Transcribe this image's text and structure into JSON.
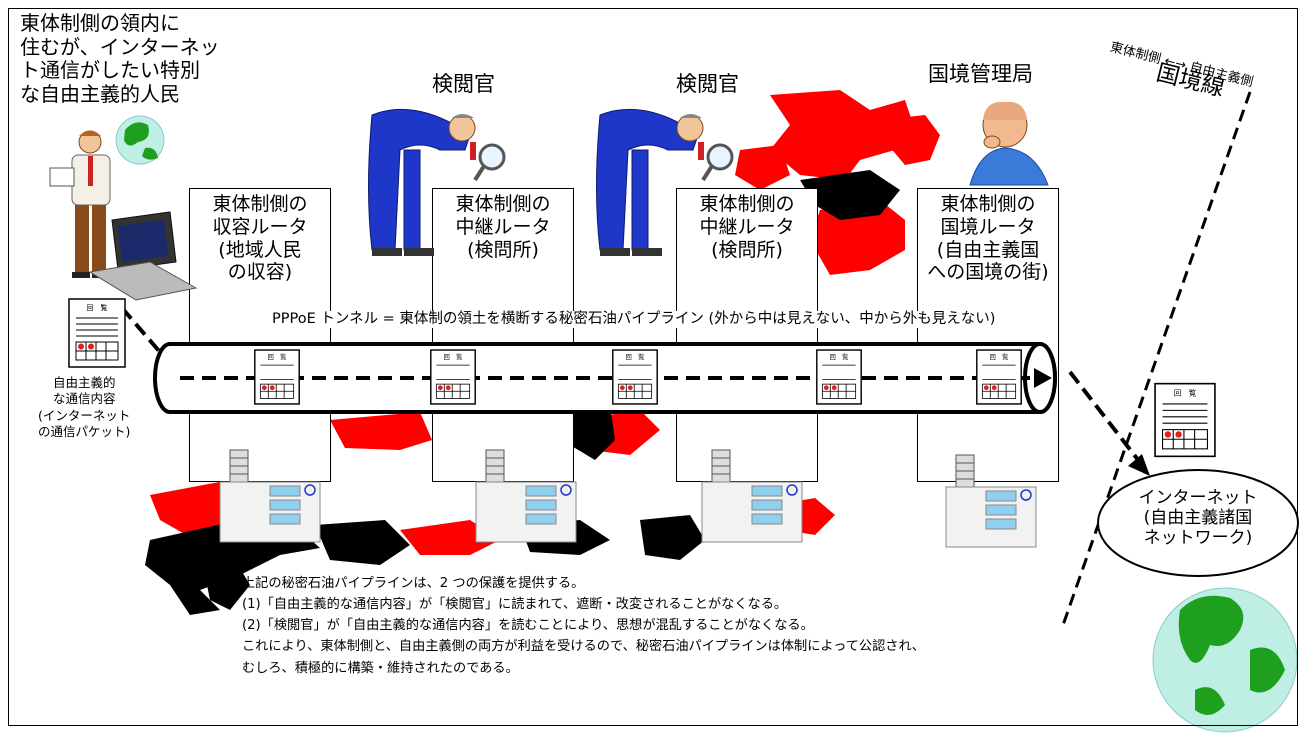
{
  "citizen": {
    "lines": [
      "東体制側の領内に",
      "住むが、インターネッ",
      "ト通信がしたい特別",
      "な自由主義的人民"
    ]
  },
  "roles": {
    "censor1": "検閲官",
    "censor2": "検閲官",
    "border_bureau": "国境管理局"
  },
  "border": {
    "small": "東体制側 ←→ 自由主義側",
    "big": "国境線"
  },
  "routers": [
    {
      "lines": [
        "東体制側の",
        "収容ルータ",
        "(地域人民",
        "の収容)"
      ]
    },
    {
      "lines": [
        "東体制側の",
        "中継ルータ",
        "(検問所)"
      ]
    },
    {
      "lines": [
        "東体制側の",
        "中継ルータ",
        "(検問所)"
      ]
    },
    {
      "lines": [
        "東体制側の",
        "国境ルータ",
        "(自由主義国",
        "への国境の街)"
      ]
    }
  ],
  "tunnel_label": "PPPoE トンネル = 東体制の領土を横断する秘密石油パイプライン (外から中は見えない、中から外も見えない)",
  "payload_label": {
    "lines": [
      "自由主義的",
      "な通信内容",
      "(インターネット",
      "の通信パケット)"
    ]
  },
  "doc_title": "回　覧",
  "internet": {
    "lines": [
      "インターネット",
      "(自由主義諸国",
      "ネットワーク)"
    ]
  },
  "explanation": {
    "lines": [
      "上記の秘密石油パイプラインは、2 つの保護を提供する。",
      "(1)「自由主義的な通信内容」が「検閲官」に読まれて、遮断・改変されることがなくなる。",
      "(2)「検閲官」が「自由主義的な通信内容」を読むことにより、思想が混乱することがなくなる。",
      "これにより、東体制側と、自由主義側の両方が利益を受けるので、秘密石油パイプラインは体制によって公認され、",
      "むしろ、積極的に構築・維持されたのである。"
    ]
  },
  "colors": {
    "flag_red": "#ff0000",
    "flag_black": "#000000",
    "suit_blue": "#1f37c8",
    "globe_green": "#1ea01e",
    "globe_sea": "#bfeee4",
    "server_blue": "#8fd0ee",
    "stamp_red": "#e02020"
  }
}
